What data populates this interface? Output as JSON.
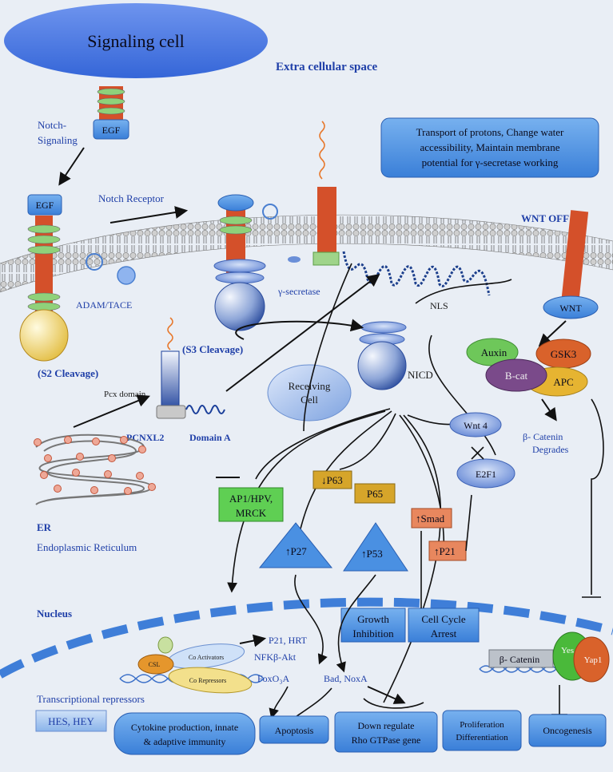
{
  "labels": {
    "signaling_cell": "Signaling cell",
    "extracellular_space": "Extra cellular space",
    "notch_signaling_1": "Notch-",
    "notch_signaling_2": "Signaling",
    "egf_top": "EGF",
    "egf_left": "EGF",
    "notch_receptor": "Notch Receptor",
    "transport_box_1": "Transport of protons, Change water",
    "transport_box_2": "accessibility, Maintain membrane",
    "transport_box_3": "potential for γ-secretase working",
    "wnt_off": "WNT OFF",
    "adam_tace": "ADAM/TACE",
    "gamma_secretase": "γ-secretase",
    "nls": "NLS",
    "wnt": "WNT",
    "auxin": "Auxin",
    "gsk3": "GSK3",
    "bcat": "B-cat",
    "apc": "APC",
    "s3_cleavage": "(S3 Cleavage)",
    "s2_cleavage": "(S2 Cleavage)",
    "pcx_domain": "Pcx domain",
    "receiving_cell_1": "Receiving",
    "receiving_cell_2": "Cell",
    "nicd": "NICD",
    "pcnxl2": "PCNXL2",
    "domain_a": "Domain A",
    "wnt4": "Wnt 4",
    "bcatenin_degrades_1": "β- Catenin",
    "bcatenin_degrades_2": "Degrades",
    "e2f1": "E2F1",
    "er_1": "ER",
    "er_2": "Endoplasmic Reticulum",
    "ap1_1": "AP1/HPV,",
    "ap1_2": "MRCK",
    "p63": "P63",
    "p65": "P65",
    "smad": "Smad",
    "p21_box": "P21",
    "p27": "P27",
    "p53": "P53",
    "nucleus": "Nucleus",
    "growth_inhibition_1": "Growth",
    "growth_inhibition_2": "Inhibition",
    "cell_cycle_arrest_1": "Cell Cycle",
    "cell_cycle_arrest_2": "Arrest",
    "p21_hrt": "P21, HRT",
    "nfkb_akt": "NFKβ-Akt",
    "foxo3a": "FoxO₃A",
    "bad_noxa": "Bad, NoxA",
    "co_activators": "Co Activators",
    "csl": "CSL",
    "co_repressors": "Co Repressors",
    "b_catenin_nuc": "β- Catenin",
    "yes": "Yes",
    "yap1": "Yap1",
    "transcriptional_repressors": "Transcriptional repressors",
    "hes_hey": "HES, HEY",
    "cytokine_1": "Cytokine production, innate",
    "cytokine_2": "& adaptive immunity",
    "apoptosis": "Apoptosis",
    "down_regulate_1": "Down regulate",
    "down_regulate_2": "Rho GTPase gene",
    "proliferation_1": "Proliferation",
    "proliferation_2": "Differentiation",
    "oncogenesis": "Oncogenesis"
  },
  "colors": {
    "background": "#e9eef5",
    "membrane_orange": "#d4502a",
    "protein_green": "#8fd17a",
    "box_blue": "#4a90e2",
    "label_blue": "#1f3fa8",
    "lipid_grey": "#9a9a9a",
    "auxin_green": "#6ec75a",
    "gsk3_orange": "#d9622b",
    "bcat_purple": "#7a4a8a",
    "apc_yellow": "#e6b431",
    "ap1_green": "#5fcf53",
    "p63_yellow": "#d6a52a"
  },
  "icons": [
    "signaling-cell-icon",
    "notch-receptor-icon",
    "gamma-secretase-icon",
    "nicd-icon",
    "er-icon",
    "membrane-icon",
    "nucleus-membrane-icon",
    "dna-icon"
  ]
}
